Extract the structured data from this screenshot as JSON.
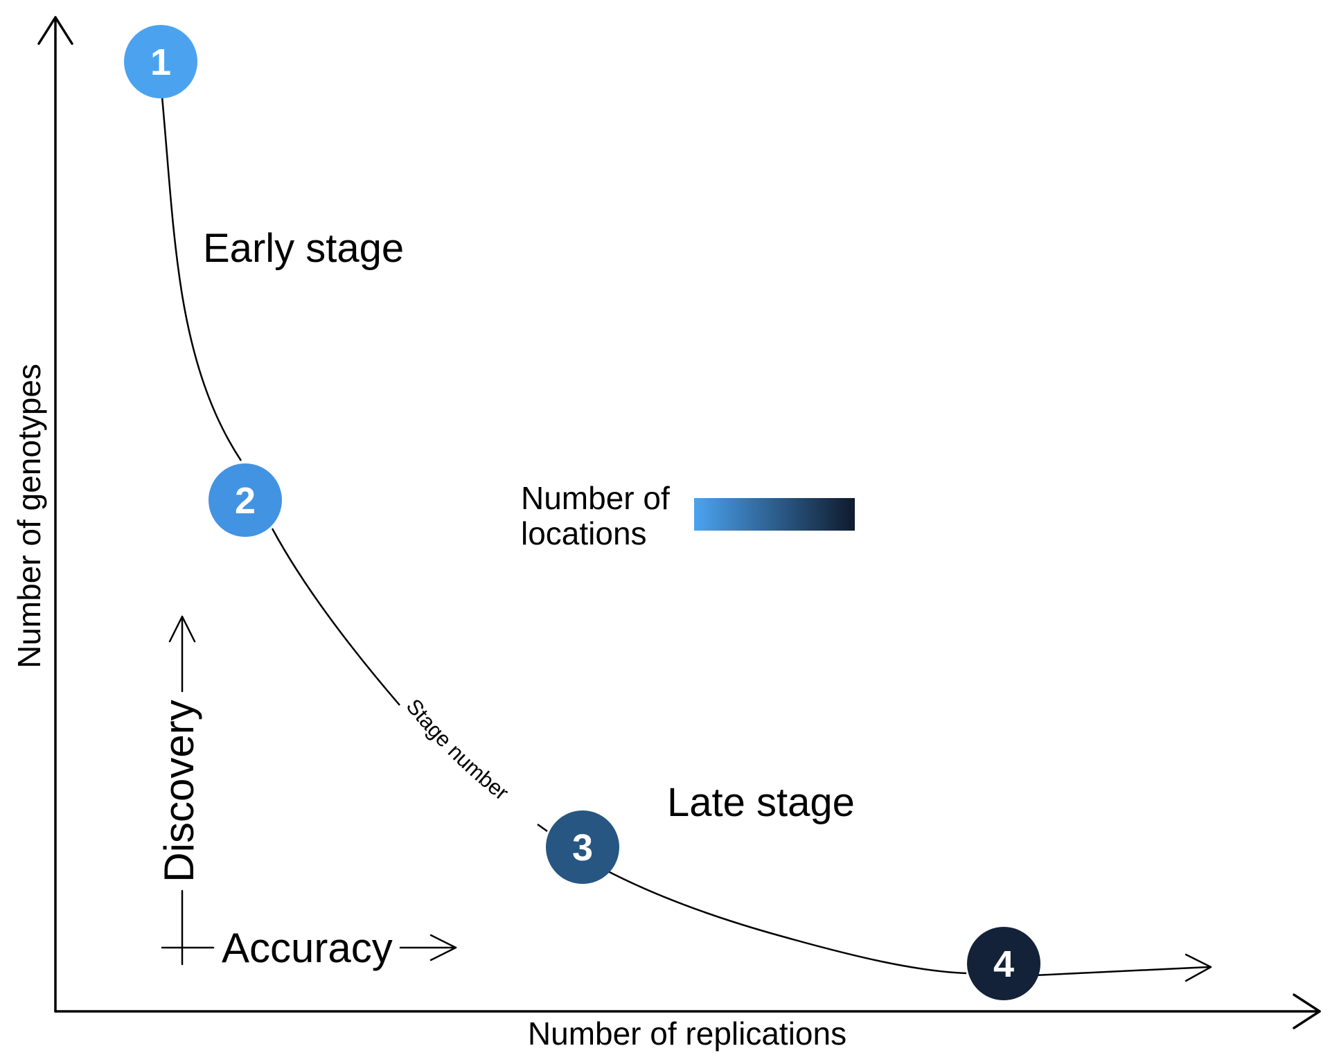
{
  "axes": {
    "x_label": "Number of replications",
    "y_label": "Number of genotypes"
  },
  "stages": {
    "early_label": "Early stage",
    "late_label": "Late stage"
  },
  "curve_label": "Stage number",
  "nodes": [
    {
      "number": "1",
      "color": "#4BA3F0"
    },
    {
      "number": "2",
      "color": "#4393E3"
    },
    {
      "number": "3",
      "color": "#275683"
    },
    {
      "number": "4",
      "color": "#132238"
    }
  ],
  "legend": {
    "line1": "Number of",
    "line2": "locations",
    "gradient_start": "#4BA3F0",
    "gradient_end": "#0F1A2C"
  },
  "tradeoff": {
    "vertical_label": "Discovery",
    "horizontal_label": "Accuracy"
  },
  "colors": {
    "early_stage_text": "#4BA3F0",
    "late_stage_text": "#1A2A44"
  }
}
